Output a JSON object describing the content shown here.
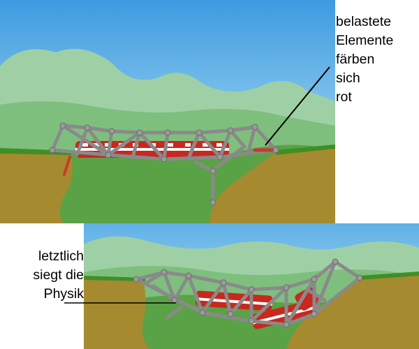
{
  "annotations": {
    "top": {
      "lines": [
        "belastete",
        "Elemente",
        "färben",
        "sich",
        "rot"
      ]
    },
    "bottom": {
      "lines": [
        "letztlich",
        "siegt die",
        "Physik"
      ]
    }
  },
  "colors": {
    "sky_top": "#4aa6e4",
    "sky_bottom": "#bfe6f7",
    "hill_far": "#8fc79a",
    "hill_near": "#5ea84a",
    "cliff_dirt": "#a0862e",
    "cliff_grass": "#4f9a2a",
    "beam": "#8a8a8a",
    "beam_stressed": "#c83a2a",
    "joint": "#9a9a9a",
    "train_body": "#c8281e",
    "train_window": "#ffffff"
  },
  "icons": [
    "bridge-truss-icon",
    "train-icon"
  ]
}
